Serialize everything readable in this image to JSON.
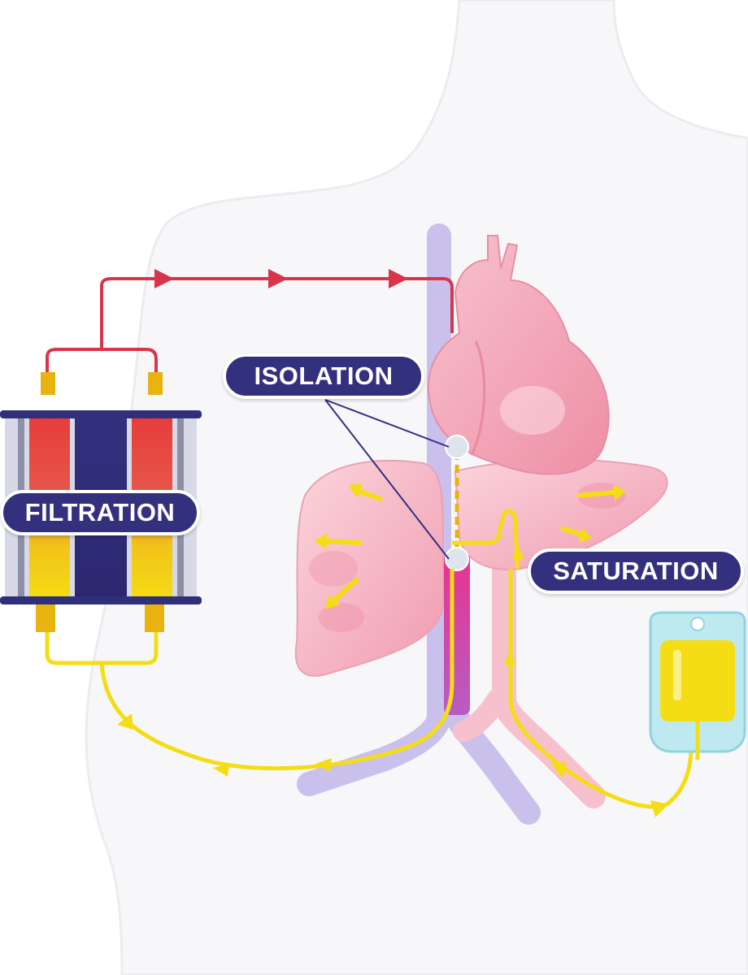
{
  "labels": {
    "filtration": "FILTRATION",
    "isolation": "ISOLATION",
    "saturation": "SATURATION"
  },
  "colors": {
    "label_fill": "#33307e",
    "label_border": "#ffffff",
    "arterial_line": "#d8344a",
    "venous_line": "#f4dd14",
    "body_outline": "#e6e6ea",
    "heart": "#f2a4b3",
    "lung": "#f5b9c6",
    "vessel_vein": "#9b8fd6",
    "filter_frame": "#2f2f7a",
    "iv_bag": "#bfe9f0",
    "iv_fluid": "#f4dd14",
    "connector": "#e8b30f"
  },
  "icons": [
    "human-torso-outline",
    "heart-icon",
    "lungs-icon",
    "filter-cartridge-icon",
    "iv-bag-icon",
    "isolation-balloon-icon"
  ]
}
